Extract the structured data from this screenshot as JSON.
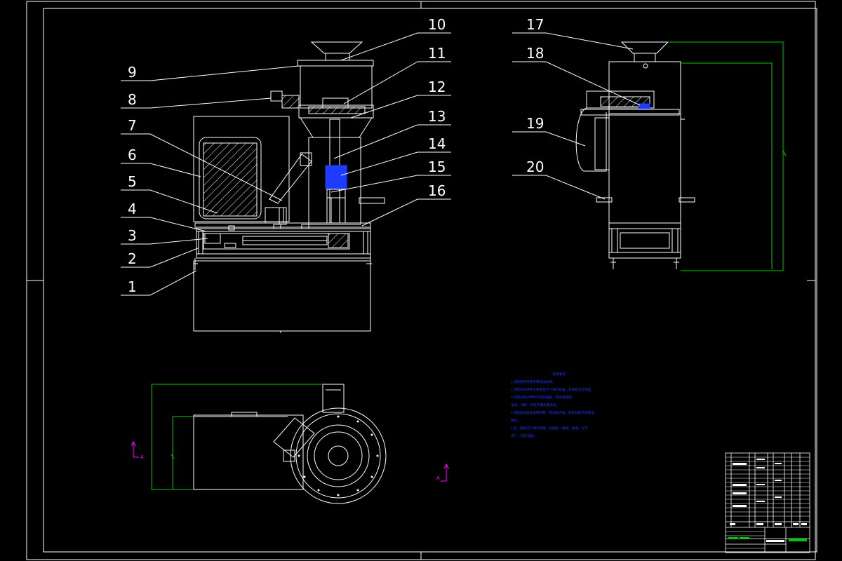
{
  "part_labels": [
    "1",
    "2",
    "3",
    "4",
    "5",
    "6",
    "7",
    "8",
    "9",
    "10",
    "11",
    "12",
    "13",
    "14",
    "15",
    "16",
    "17",
    "18",
    "19",
    "20"
  ],
  "section_marks": {
    "left": "A",
    "right": "A"
  },
  "tech_notes": {
    "title": "技术要求",
    "lines": [
      "1.装配前所有零件用煤油清洗。",
      "2.装配前对零件主要配合尺寸进行复查，合格后方可装配。",
      "3.装配过程中零件不允许磕碰、划伤和锈蚀，",
      "油漆、涂料，并在外露表面涂漆。",
      "4.装配后设备应运转平稳，无异常声响，各密封处不得漏油",
      "漏水。",
      "5.在一般情况下进行装配，装配后（调试）合格，方可",
      "出厂，包装运输。"
    ]
  },
  "colors": {
    "line": "#ffffff",
    "dim": "#00c800",
    "highlight": "#1e3cff",
    "mark": "#ff00ff",
    "hatch": "#ffffff"
  }
}
